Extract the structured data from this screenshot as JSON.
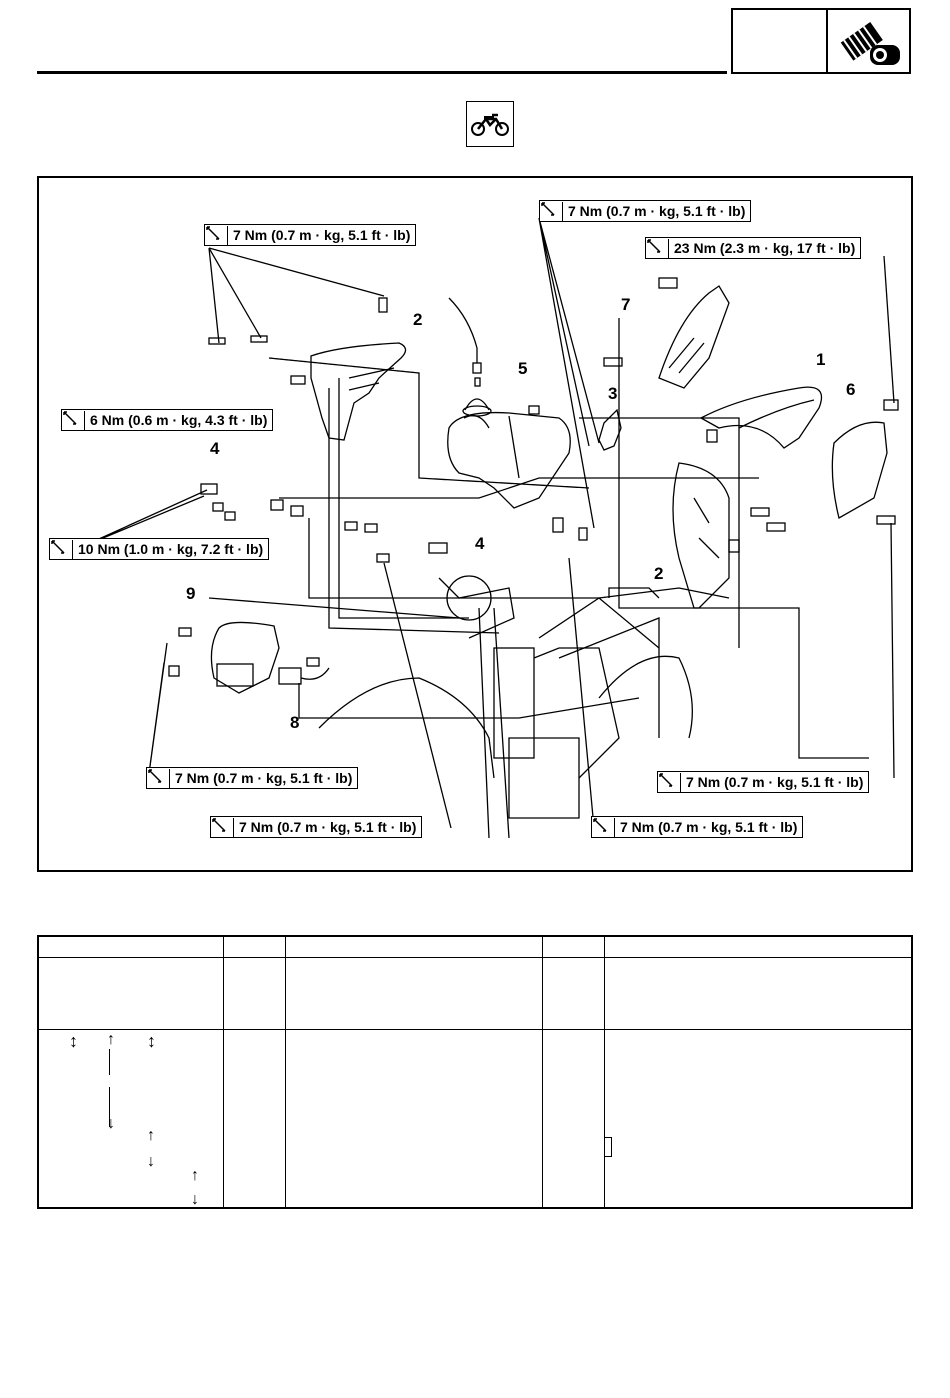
{
  "header": {
    "section_icon": "engine-icon",
    "symbol_icon": "motorcycle-icon"
  },
  "diagram": {
    "callouts": [
      "1",
      "2",
      "2",
      "3",
      "4",
      "4",
      "5",
      "6",
      "7",
      "8",
      "9"
    ],
    "torque_specs": [
      "7 Nm (0.7 m · kg, 5.1 ft · lb)",
      "7 Nm (0.7 m · kg, 5.1 ft · lb)",
      "23 Nm (2.3 m · kg, 17 ft · lb)",
      "6 Nm (0.6 m · kg, 4.3 ft · lb)",
      "10 Nm (1.0 m · kg, 7.2 ft · lb)",
      "7 Nm (0.7 m · kg, 5.1 ft · lb)",
      "7 Nm (0.7 m · kg, 5.1 ft · lb)",
      "7 Nm (0.7 m · kg, 5.1 ft · lb)",
      "7 Nm (0.7 m · kg, 5.1 ft · lb)"
    ]
  },
  "table": {
    "arrows": [
      "↕",
      "↑",
      "↕",
      "↓",
      "↑",
      "↓",
      "↑",
      "↓"
    ]
  }
}
